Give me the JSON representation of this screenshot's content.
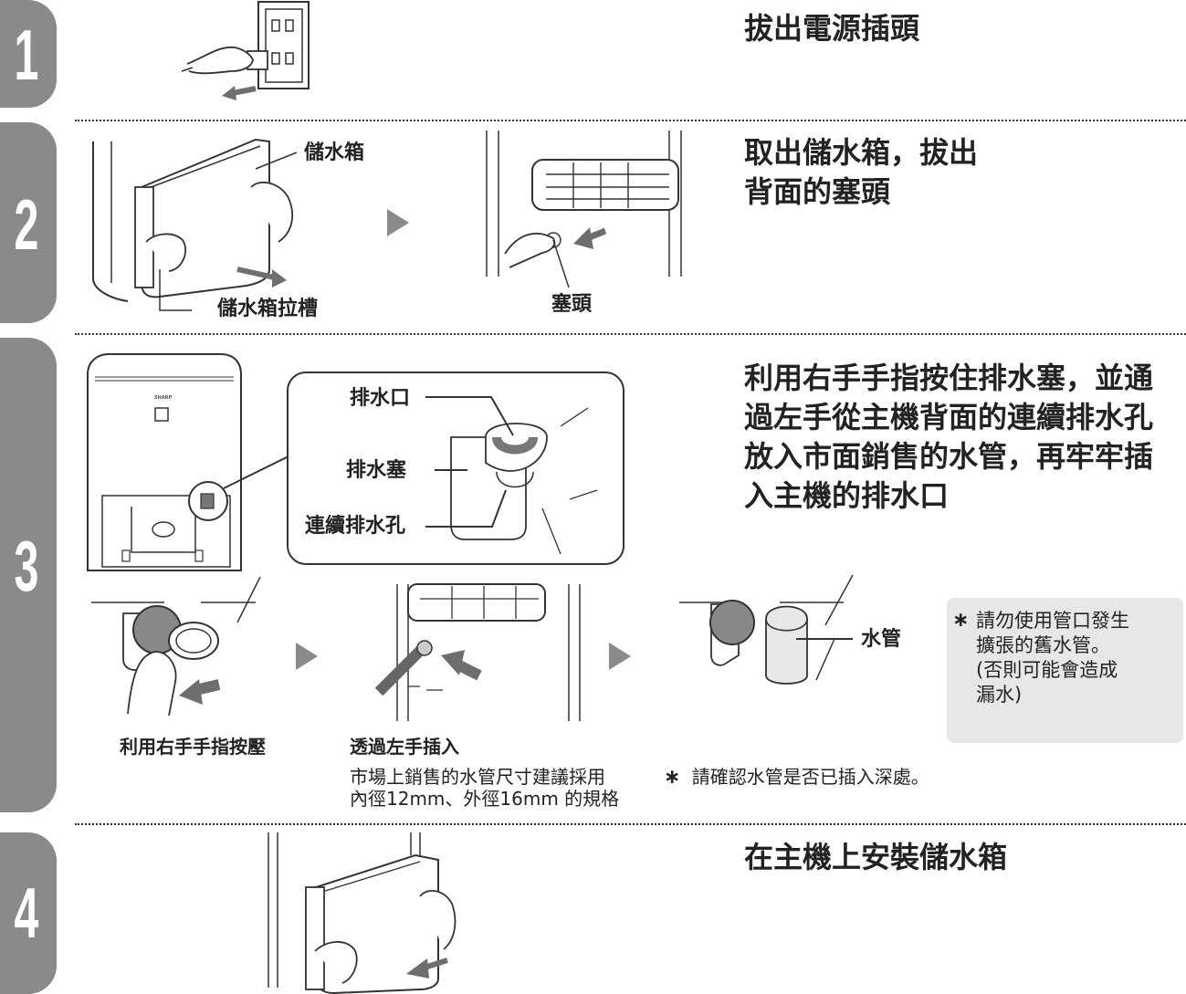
{
  "steps": [
    {
      "number": "1",
      "heading": [
        "拔出電源插頭"
      ]
    },
    {
      "number": "2",
      "heading": [
        "取出儲水箱，拔出",
        "背面的塞頭"
      ],
      "labels": {
        "tank": "儲水箱",
        "tank_slot": "儲水箱拉槽",
        "plug": "塞頭"
      }
    },
    {
      "number": "3",
      "heading": [
        "利用右手手指按住排水塞，並通",
        "過左手從主機背面的連續排水孔",
        "放入市面銷售的水管，再牢牢插",
        "入主機的排水口"
      ],
      "labels": {
        "drain_outlet": "排水口",
        "drain_plug": "排水塞",
        "drain_hole": "連續排水孔",
        "hose": "水管",
        "press_caption": "利用右手手指按壓",
        "insert_caption": "透過左手插入",
        "spec_note": [
          "市場上銷售的水管尺寸建議採用",
          "內徑12mm、外徑16mm 的規格"
        ],
        "confirm_note": "請確認水管是否已插入深處。",
        "warning_note": [
          "請勿使用管口發生",
          "擴張的舊水管。",
          "(否則可能會造成",
          "漏水)"
        ],
        "brand": "SHARP"
      }
    },
    {
      "number": "4",
      "heading": [
        "在主機上安裝儲水箱"
      ]
    }
  ],
  "symbols": {
    "asterisk": "∗"
  },
  "colors": {
    "tab": "#8a8a8a",
    "arrow": "#6e6e6e",
    "note_bg": "#e7e7e7",
    "line": "#333333"
  }
}
